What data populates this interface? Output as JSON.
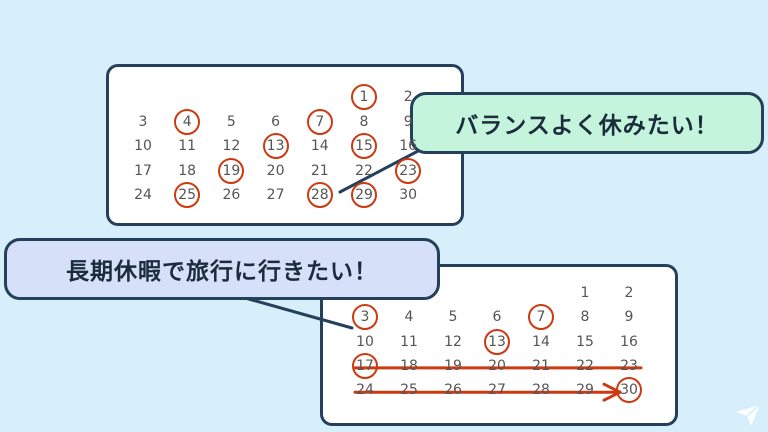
{
  "bubbles": {
    "top": "バランスよく休みたい！",
    "bottom": "長期休暇で旅行に行きたい！"
  },
  "calendars": [
    {
      "name": "balanced",
      "weeks": [
        [
          "",
          "",
          "",
          "",
          "",
          "1",
          "2"
        ],
        [
          "3",
          "4",
          "5",
          "6",
          "7",
          "8",
          "9"
        ],
        [
          "10",
          "11",
          "12",
          "13",
          "14",
          "15",
          "16"
        ],
        [
          "17",
          "18",
          "19",
          "20",
          "21",
          "22",
          "23"
        ],
        [
          "24",
          "25",
          "26",
          "27",
          "28",
          "29",
          "30"
        ]
      ],
      "circled": [
        "1",
        "4",
        "7",
        "13",
        "15",
        "19",
        "23",
        "25",
        "28",
        "29"
      ],
      "struck": [],
      "arrow": false
    },
    {
      "name": "long-vacation",
      "weeks": [
        [
          "",
          "",
          "",
          "",
          "",
          "1",
          "2"
        ],
        [
          "3",
          "4",
          "5",
          "6",
          "7",
          "8",
          "9"
        ],
        [
          "10",
          "11",
          "12",
          "13",
          "14",
          "15",
          "16"
        ],
        [
          "17",
          "18",
          "19",
          "20",
          "21",
          "22",
          "23"
        ],
        [
          "24",
          "25",
          "26",
          "27",
          "28",
          "29",
          "30"
        ]
      ],
      "circled": [
        "3",
        "7",
        "13",
        "17",
        "30"
      ],
      "struck": [
        "17",
        "18",
        "19",
        "20",
        "21",
        "22",
        "23",
        "24",
        "25",
        "26",
        "27",
        "28",
        "29"
      ],
      "arrow": true
    }
  ],
  "colors": {
    "background": "#d7effb",
    "accent": "#cc3a12",
    "outline": "#24405a"
  },
  "logo": "paper-plane-icon"
}
